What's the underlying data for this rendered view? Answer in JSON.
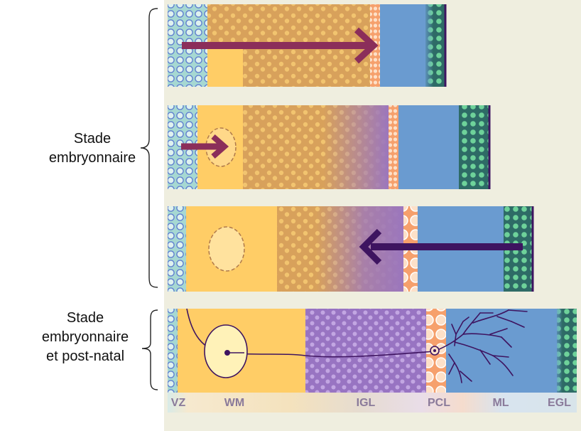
{
  "stage_labels": {
    "embryonic": "Stade\nembryonnaire",
    "post_natal": "Stade\nembryonnaire\net post-natal"
  },
  "layers": [
    "VZ",
    "WM",
    "IGL",
    "PCL",
    "ML",
    "EGL"
  ],
  "colors": {
    "page_background": "#efeedf",
    "vz": "#9fd3cf",
    "wm": "#ffcd66",
    "migrating_brown": "#d9a35c",
    "igl": "#9b78c4",
    "pcl": "#f4a06e",
    "ml": "#6a9bd0",
    "egl": "#2f6e68",
    "arrow_outward": "#8b2e5a",
    "arrow_inward": "#3e1460",
    "neuron": "#3e1460"
  }
}
